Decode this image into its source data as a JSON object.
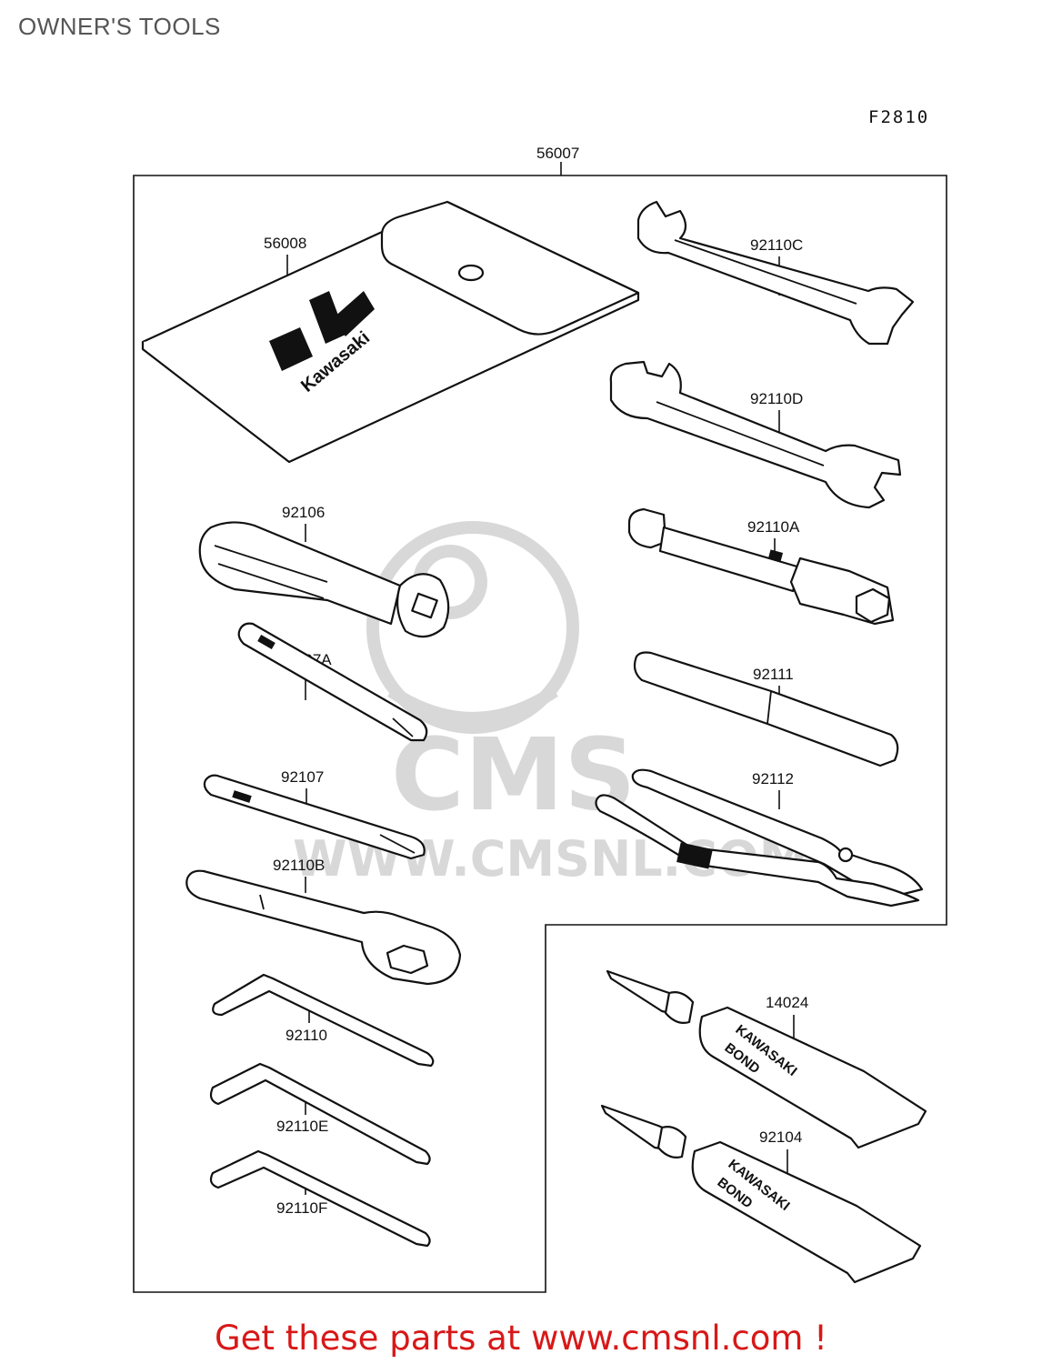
{
  "page": {
    "title": "OWNER'S TOOLS",
    "figure_code": "F2810",
    "footer": "Get these parts at www.cmsnl.com !"
  },
  "watermark": {
    "brand": "CMS",
    "url": "WWW.CMSNL.COM"
  },
  "pouch": {
    "logo_text": "Kawasaki"
  },
  "parts": {
    "p56007": "56007",
    "p56008": "56008",
    "p92110C": "92110C",
    "p92110D": "92110D",
    "p92106": "92106",
    "p92110A": "92110A",
    "p92107A": "92107A",
    "p92111": "92111",
    "p92107": "92107",
    "p92112": "92112",
    "p92110B": "92110B",
    "p92110": "92110",
    "p92110E": "92110E",
    "p92110F": "92110F",
    "p14024": "14024",
    "p92104": "92104"
  },
  "tubes": {
    "line1": "KAWASAKI",
    "line2": "BOND"
  },
  "colors": {
    "title": "#555555",
    "footer": "#d81818",
    "watermark": "#d8d8d8",
    "line": "#111111"
  }
}
